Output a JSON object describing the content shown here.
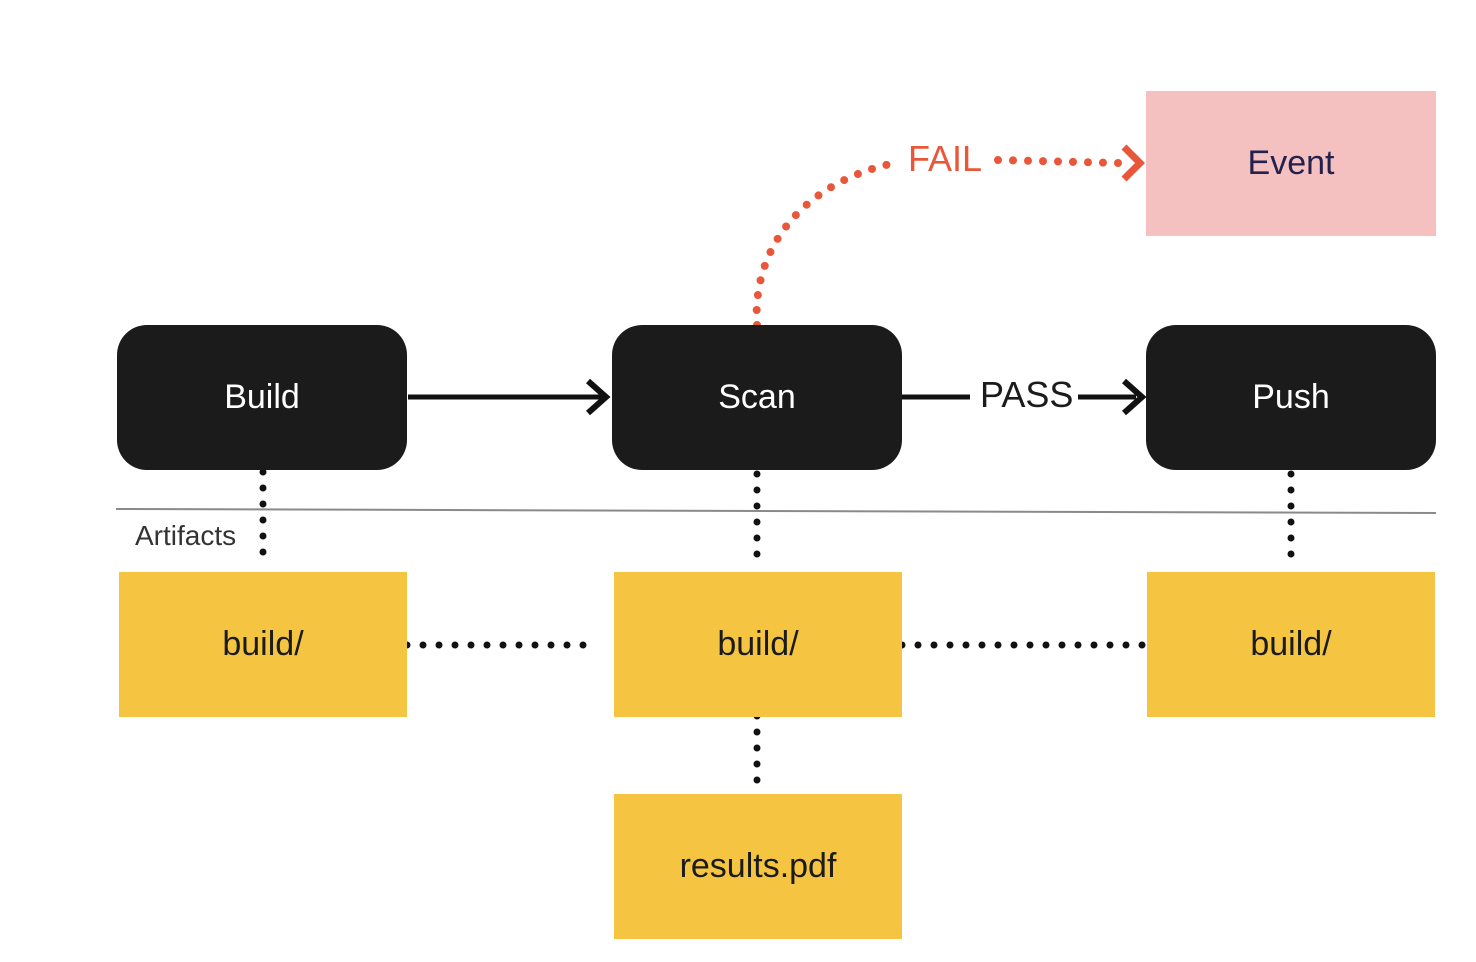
{
  "stages": {
    "build": "Build",
    "scan": "Scan",
    "push": "Push"
  },
  "artifacts": {
    "build_dir_1": "build/",
    "build_dir_2": "build/",
    "build_dir_3": "build/",
    "results": "results.pdf"
  },
  "event": "Event",
  "labels": {
    "pass": "PASS",
    "fail": "FAIL",
    "artifacts_section": "Artifacts"
  },
  "colors": {
    "stage": "#1b1b1b",
    "artifact": "#f5c542",
    "event": "#f4c0c0",
    "fail": "#e8573a"
  }
}
